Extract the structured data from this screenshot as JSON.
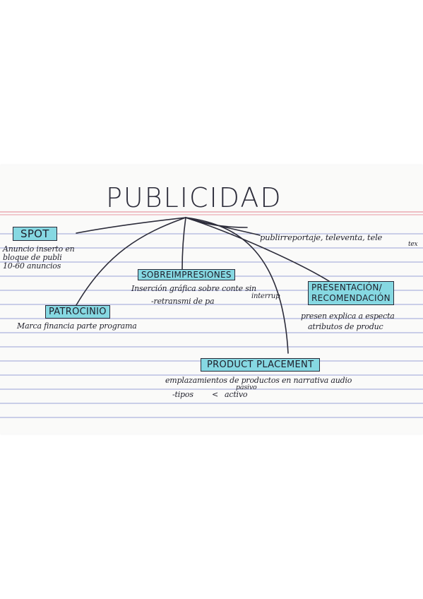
{
  "title": "PUBLICIDAD",
  "top_note": "publirreportaje, televenta, tele",
  "top_note_tail": "tex",
  "spot": {
    "label": "SPOT",
    "line1": "Anuncio inserto en",
    "line2": "bloque de publi",
    "line3": "10-60 anuncios"
  },
  "sobreimpresiones": {
    "label": "SOBREIMPRESIONES",
    "line1": "Inserción gráfica sobre conte sin",
    "line1_extra": "interrup",
    "line2": "-retransmi de pa"
  },
  "patrocinio": {
    "label": "PATROCINIO",
    "line1": "Marca financia parte programa"
  },
  "presentacion": {
    "label_line1": "PRESENTACIÓN/",
    "label_line2": "RECOMENDACIÓN",
    "line1": "presen explica a especta",
    "line2": "atributos de produc"
  },
  "product_placement": {
    "label": "PRODUCT PLACEMENT",
    "line1": "emplazamientos de productos en narrativa audio",
    "line2": "-tipos",
    "line2_note_top": "pasivo",
    "line2_note_bottom": "activo"
  },
  "colors": {
    "highlight": "#86d8e2",
    "ink": "#23232e",
    "ruled_line": "#9aa3d6",
    "margin_line": "#e89aa4"
  }
}
